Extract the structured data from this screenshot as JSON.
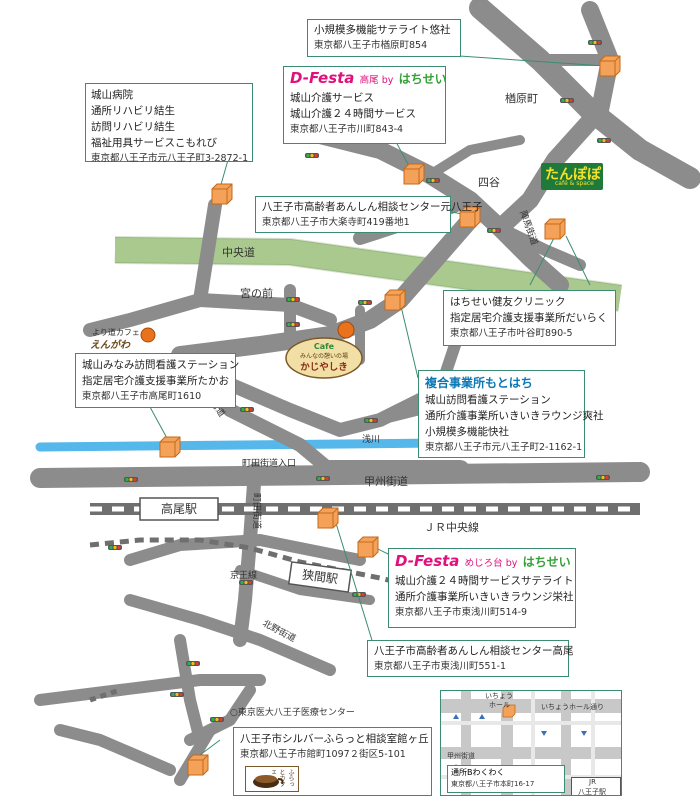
{
  "map": {
    "roads": {
      "chuodo": "中央道",
      "koshu": "甲州街道",
      "takao": "高尾街道",
      "machida": "町田街道",
      "jinba": "陣馬街道",
      "kitano": "北野街道",
      "asakawa": "浅川",
      "jr_chuo": "ＪＲ中央線",
      "keio": "京王線"
    },
    "places": {
      "miyanomae": "宮の前",
      "enokimachi": "楢原町",
      "yotsuya": "四谷",
      "machida_iriguchi": "町田街道入口",
      "tokyo_idai": "○東京医大八王子医療センター"
    },
    "stations": {
      "takao": "高尾駅",
      "hazama": "狭間駅"
    },
    "logos": {
      "tanpopo": "たんぽぽ",
      "tanpopo_sub": "café & space",
      "yorimichi": "より道カフェ",
      "egawa": "えんがわ",
      "cafe": "Cafe",
      "cafe_sub": "みんなの憩いの場",
      "kajiyashiki": "かじやしき",
      "furatto": "ふらっとカフェ"
    },
    "colors": {
      "road": "#8c8c8c",
      "chuodo": "#a9c98e",
      "river": "#56b7ea",
      "facility": "#f4a25a",
      "box_border": "#3a8c72",
      "dfesta": "#e0107c",
      "hachisei": "#35a139",
      "tanpopo_bg": "#1f7a3a",
      "cafe_dot": "#e8731c"
    }
  },
  "boxes": {
    "narahara": {
      "lines": [
        "小規模多機能サテライト悠社"
      ],
      "address": "東京都八王子市楢原町854"
    },
    "shiroyama_hospital": {
      "lines": [
        "城山病院",
        "通所リハビリ結生",
        "訪問リハビリ結生",
        "福祉用具サービスこもれび"
      ],
      "address": "東京都八王子市元八王子町3-2872-1"
    },
    "dfesta_takao": {
      "logo": "D-Festa",
      "logo_sub": "高尾 by",
      "logo_brand": "はちせい",
      "lines": [
        "城山介護サービス",
        "城山介護２４時間サービス"
      ],
      "address": "東京都八王子市川町843-4"
    },
    "anshin_moto": {
      "lines": [
        "八王子市高齢者あんしん相談センター元八王子"
      ],
      "address": "東京都八王子市大楽寺町419番地1"
    },
    "kenyu": {
      "lines": [
        "はちせい健友クリニック",
        "指定居宅介護支援事業所だいらく"
      ],
      "address": "東京都八王子市叶谷町890-5"
    },
    "minami": {
      "lines": [
        "城山みなみ訪問看護ステーション",
        "指定居宅介護支援事業所たかお"
      ],
      "address": "東京都八王子市高尾町1610"
    },
    "fukugo": {
      "title": "複合事業所もとはち",
      "lines": [
        "城山訪問看護ステーション",
        "通所介護事業所いきいきラウンジ爽社",
        "小規模多機能快社"
      ],
      "address": "東京都八王子市元八王子町2-1162-1"
    },
    "dfesta_mejiro": {
      "logo": "D-Festa",
      "logo_sub": "めじろ台 by",
      "logo_brand": "はちせい",
      "lines": [
        "城山介護２４時間サービスサテライト",
        "通所介護事業所いきいきラウンジ栄社"
      ],
      "address": "東京都八王子市東浅川町514-9"
    },
    "anshin_takao": {
      "lines": [
        "八王子市高齢者あんしん相談センター高尾"
      ],
      "address": "東京都八王子市東浅川町551-1"
    },
    "silver": {
      "lines": [
        "八王子市シルバーふらっと相談室館ヶ丘"
      ],
      "address": "東京都八王子市館町1097２街区5-101"
    }
  },
  "inset": {
    "labels": [
      "いちょう",
      "ホール",
      "いちょうホール通り",
      "甲州街道",
      "JR",
      "八王子駅"
    ],
    "box_title": "通所Bわくわく",
    "box_address": "東京都八王子市本町16-17"
  }
}
